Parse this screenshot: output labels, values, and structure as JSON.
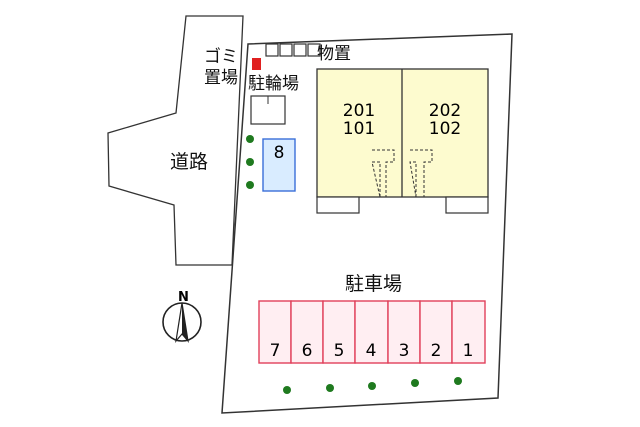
{
  "map": {
    "road_label": "道路",
    "garbage_label_line1": "ゴミ",
    "garbage_label_line2": "置場",
    "bicycle_parking_label": "駐輪場",
    "storage_label": "物置",
    "parking_lot_label": "駐車場",
    "units": [
      {
        "upper": "201",
        "lower": "101"
      },
      {
        "upper": "202",
        "lower": "102"
      }
    ],
    "extra_parking_space": "8",
    "parking_spaces": [
      "7",
      "6",
      "5",
      "4",
      "3",
      "2",
      "1"
    ],
    "north_label": "N"
  },
  "colors": {
    "building": "#fdfbcf",
    "parking_space_fill": "#ffeef2",
    "parking_space_stroke": "#e0405a",
    "extra_space_fill": "#d9ecff",
    "extra_space_stroke": "#3a6fd8",
    "garbage_marker": "#e02020",
    "tree": "#1f7a1f",
    "outline": "#333333"
  }
}
